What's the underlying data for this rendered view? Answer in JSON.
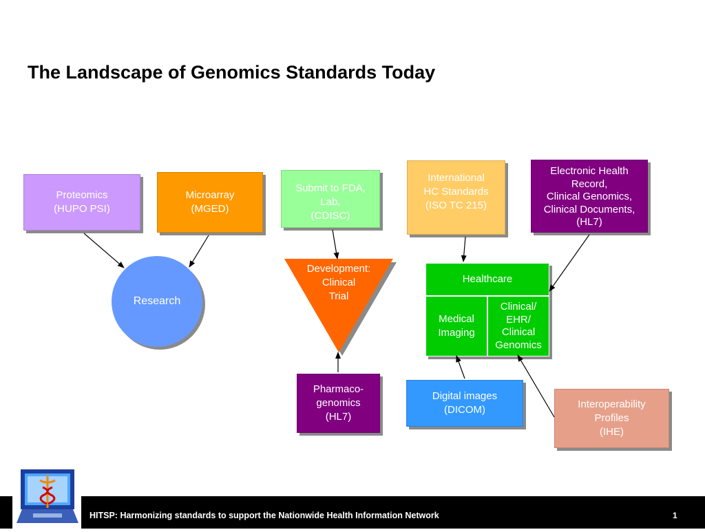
{
  "title": "The Landscape of Genomics Standards Today",
  "boxes": {
    "proteomics": [
      "Proteomics",
      "(HUPO PSI)"
    ],
    "microarray": [
      "Microarray",
      "(MGED)"
    ],
    "submit_fda": [
      "Submit to FDA,",
      "Lab,",
      "(CDISC)"
    ],
    "international": [
      "International",
      "HC Standards",
      "(ISO TC 215)"
    ],
    "ehr": [
      "Electronic Health",
      "Record,",
      "Clinical Genomics,",
      "Clinical Documents,",
      "(HL7)"
    ],
    "research": "Research",
    "development": [
      "Development:",
      "Clinical",
      "Trial"
    ],
    "healthcare": "Healthcare",
    "medical_imaging": [
      "Medical",
      "Imaging"
    ],
    "clinical_ehr": [
      "Clinical/",
      "EHR/",
      "Clinical",
      "Genomics"
    ],
    "pharmaco": [
      "Pharmaco-",
      "genomics",
      "(HL7)"
    ],
    "dicom": [
      "Digital images",
      "(DICOM)"
    ],
    "ihe": [
      "Interoperability",
      "Profiles",
      "(IHE)"
    ]
  },
  "colors": {
    "proteomics": "#cc99ff",
    "microarray": "#ff9900",
    "submit_fda": "#99ff99",
    "international": "#ffcc66",
    "ehr": "#800080",
    "research": "#6699ff",
    "development": "#ff6600",
    "healthcare": "#00cc00",
    "pharmaco": "#800080",
    "dicom": "#3399ff",
    "ihe": "#e6a08a"
  },
  "footer": {
    "text": "HITSP:  Harmonizing standards to support the Nationwide Health Information Network",
    "page": "1"
  }
}
